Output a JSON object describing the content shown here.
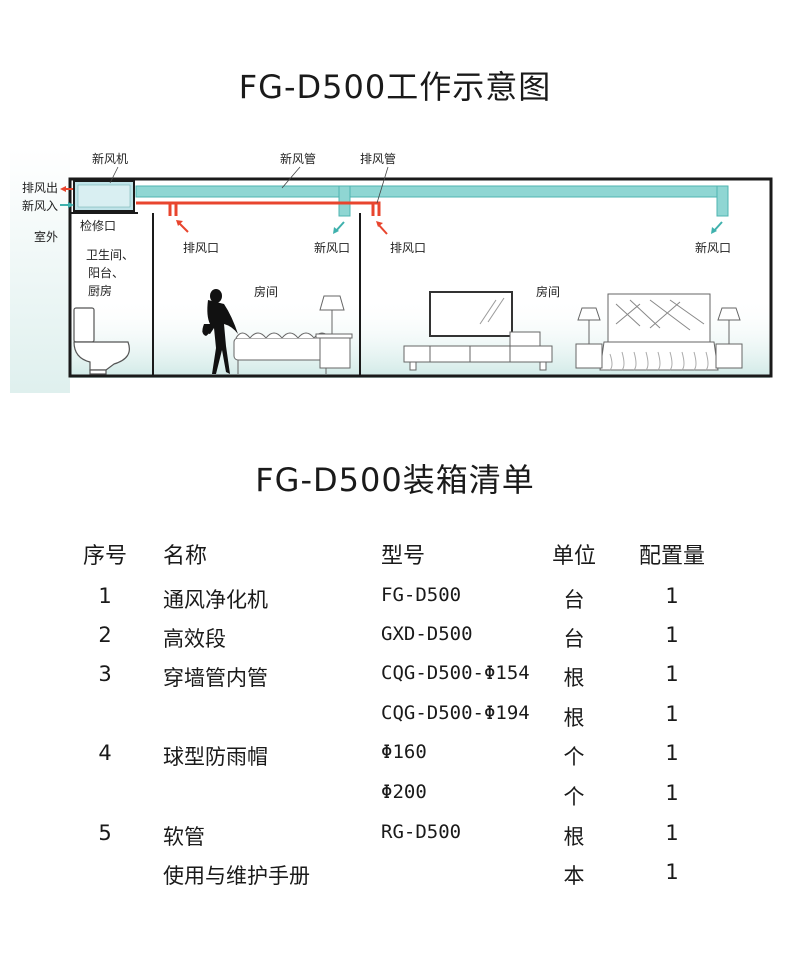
{
  "diagram_title": "FG-D500工作示意图",
  "packing_title": "FG-D500装箱清单",
  "diagram": {
    "labels": {
      "unit": "新风机",
      "fresh_duct": "新风管",
      "exhaust_duct": "排风管",
      "exhaust_out": "排风出",
      "fresh_in": "新风入",
      "access": "检修口",
      "outdoor": "室外",
      "bathroom_1": "卫生间、",
      "bathroom_2": "阳台、",
      "bathroom_3": "厨房",
      "room_1": "房间",
      "room_2": "房间",
      "exhaust_port_1": "排风口",
      "fresh_port_1": "新风口",
      "exhaust_port_2": "排风口",
      "fresh_port_2": "新风口"
    },
    "colors": {
      "fresh_duct": "#8fd6d3",
      "exhaust_duct": "#e8452e",
      "wall": "#1a1a1a",
      "floor_tint": "#cfe9e6"
    }
  },
  "table": {
    "headers": {
      "no": "序号",
      "name": "名称",
      "model": "型号",
      "unit": "单位",
      "qty": "配置量"
    },
    "rows": [
      {
        "no": "1",
        "name": "通风净化机",
        "model": "FG-D500",
        "unit": "台",
        "qty": "1"
      },
      {
        "no": "2",
        "name": "高效段",
        "model": "GXD-D500",
        "unit": "台",
        "qty": "1"
      },
      {
        "no": "3",
        "name": "穿墙管内管",
        "model": "CQG-D500-Φ154",
        "unit": "根",
        "qty": "1"
      },
      {
        "no": "",
        "name": "",
        "model": "CQG-D500-Φ194",
        "unit": "根",
        "qty": "1"
      },
      {
        "no": "4",
        "name": "球型防雨帽",
        "model": "Φ160",
        "unit": "个",
        "qty": "1"
      },
      {
        "no": "",
        "name": "",
        "model": "Φ200",
        "unit": "个",
        "qty": "1"
      },
      {
        "no": "5",
        "name": "软管",
        "model": "RG-D500",
        "unit": "根",
        "qty": "1"
      },
      {
        "no": "",
        "name": "使用与维护手册",
        "model": "",
        "unit": "本",
        "qty": "1"
      }
    ]
  }
}
